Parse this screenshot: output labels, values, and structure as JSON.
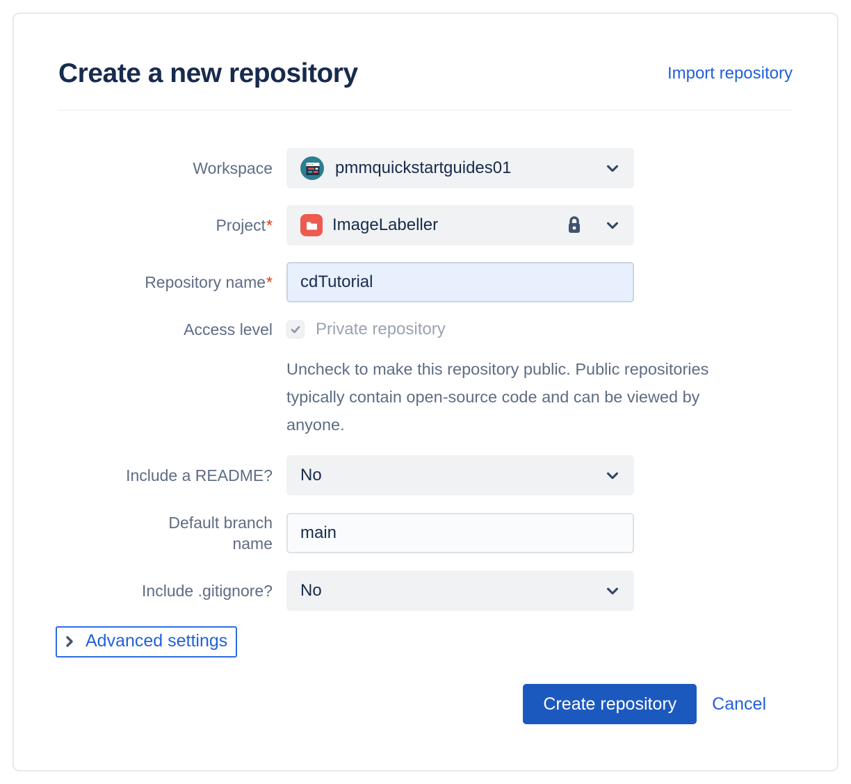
{
  "page": {
    "title": "Create a new repository",
    "import_link": "Import repository"
  },
  "form": {
    "workspace": {
      "label": "Workspace",
      "value": "pmmquickstartguides01"
    },
    "project": {
      "label": "Project",
      "required": "*",
      "value": "ImageLabeller",
      "locked": true
    },
    "repository_name": {
      "label": "Repository name",
      "required": "*",
      "value": "cdTutorial"
    },
    "access_level": {
      "label": "Access level",
      "checkbox_label": "Private repository",
      "checked": true,
      "disabled": true,
      "help": "Uncheck to make this repository public. Public repositories typically contain open-source code and can be viewed by anyone."
    },
    "include_readme": {
      "label": "Include a README?",
      "value": "No"
    },
    "default_branch": {
      "label": "Default branch name",
      "value": "main"
    },
    "include_gitignore": {
      "label": "Include .gitignore?",
      "value": "No"
    },
    "advanced_settings": {
      "label": "Advanced settings"
    }
  },
  "actions": {
    "create_label": "Create repository",
    "cancel_label": "Cancel"
  },
  "icons": {
    "workspace_avatar": "workspace-avatar",
    "project_avatar": "project-folder-avatar",
    "lock": "lock-icon",
    "chevron_down": "chevron-down-icon",
    "chevron_right": "chevron-right-icon",
    "checkmark": "checkmark-icon"
  },
  "colors": {
    "heading_text": "#172B4D",
    "label_text": "#5E6C84",
    "link_blue": "#2161DB",
    "button_blue": "#1C59BE",
    "required_red": "#DE350B",
    "control_background": "#F1F2F4",
    "autofill_background": "#E8F0FE",
    "workspace_avatar_teal": "#2D7E91",
    "project_avatar_red": "#ED5A4F",
    "focus_ring_blue": "#2E6BE5"
  }
}
